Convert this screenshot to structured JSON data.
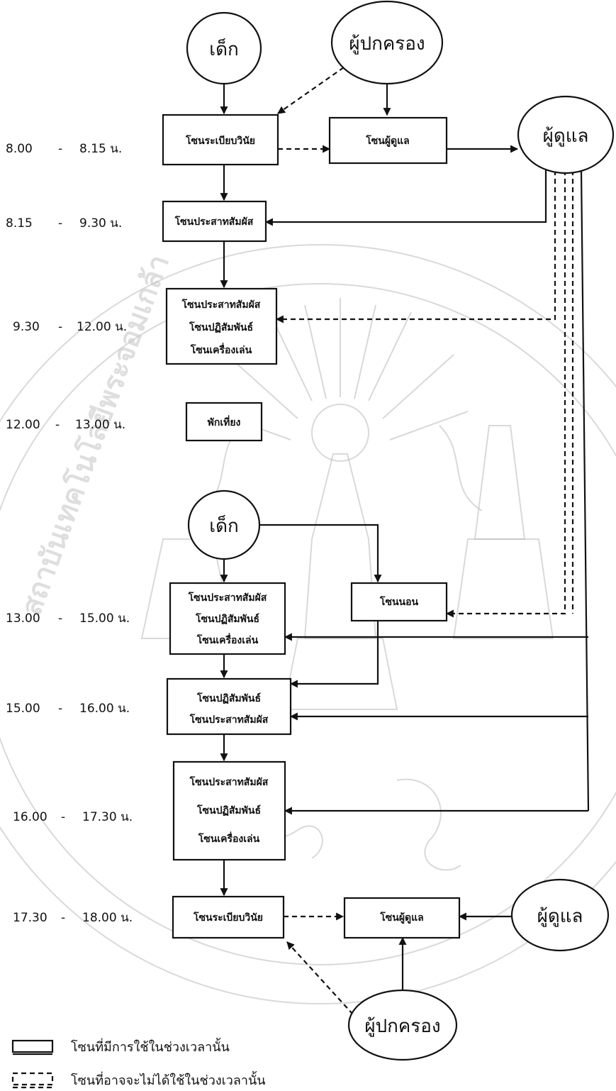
{
  "colors": {
    "ink": "#111111",
    "watermark": "#bdbdbd",
    "background": "#ffffff"
  },
  "nodes": {
    "child_top": "เด็ก",
    "parent_top": "ผู้ปกครอง",
    "caregiver_top": "ผู้ดูแล",
    "discipline_morning": "โซนระเบียบวินัย",
    "caregiver_zone_morning": "โซนผู้ดูแล",
    "sensory_1": "โซนประสาทสัมผัส",
    "block_930_l1": "โซนประสาทสัมผัส",
    "block_930_l2": "โซนปฏิสัมพันธ์",
    "block_930_l3": "โซนเครื่องเล่น",
    "lunch": "พักเที่ยง",
    "child_mid": "เด็ก",
    "sleep": "โซนนอน",
    "block_1300_l1": "โซนประสาทสัมผัส",
    "block_1300_l2": "โซนปฏิสัมพันธ์",
    "block_1300_l3": "โซนเครื่องเล่น",
    "block_1500_l1": "โซนปฏิสัมพันธ์",
    "block_1500_l2": "โซนประสาทสัมผัส",
    "block_1600_l1": "โซนประสาทสัมผัส",
    "block_1600_l2": "โซนปฏิสัมพันธ์",
    "block_1600_l3": "โซนเครื่องเล่น",
    "discipline_evening": "โซนระเบียบวินัย",
    "caregiver_zone_evening": "โซนผู้ดูแล",
    "caregiver_bottom": "ผู้ดูแล",
    "parent_bottom": "ผู้ปกครอง"
  },
  "times": [
    {
      "start": "8.00",
      "sep": "-",
      "end": "8.15 น."
    },
    {
      "start": "8.15",
      "sep": "-",
      "end": "9.30 น."
    },
    {
      "start": "9.30",
      "sep": "-",
      "end": "12.00 น."
    },
    {
      "start": "12.00",
      "sep": "-",
      "end": "13.00 น."
    },
    {
      "start": "13.00",
      "sep": "-",
      "end": "15.00 น."
    },
    {
      "start": "15.00",
      "sep": "-",
      "end": "16.00 น."
    },
    {
      "start": "16.00",
      "sep": "-",
      "end": "17.30 น."
    },
    {
      "start": "17.30",
      "sep": "-",
      "end": "18.00 น."
    }
  ],
  "legend": {
    "solid": "โซนที่มีการใช้ในช่วงเวลานั้น",
    "dashed": "โซนที่อาจจะไม่ได้ใช้ในช่วงเวลานั้น"
  }
}
